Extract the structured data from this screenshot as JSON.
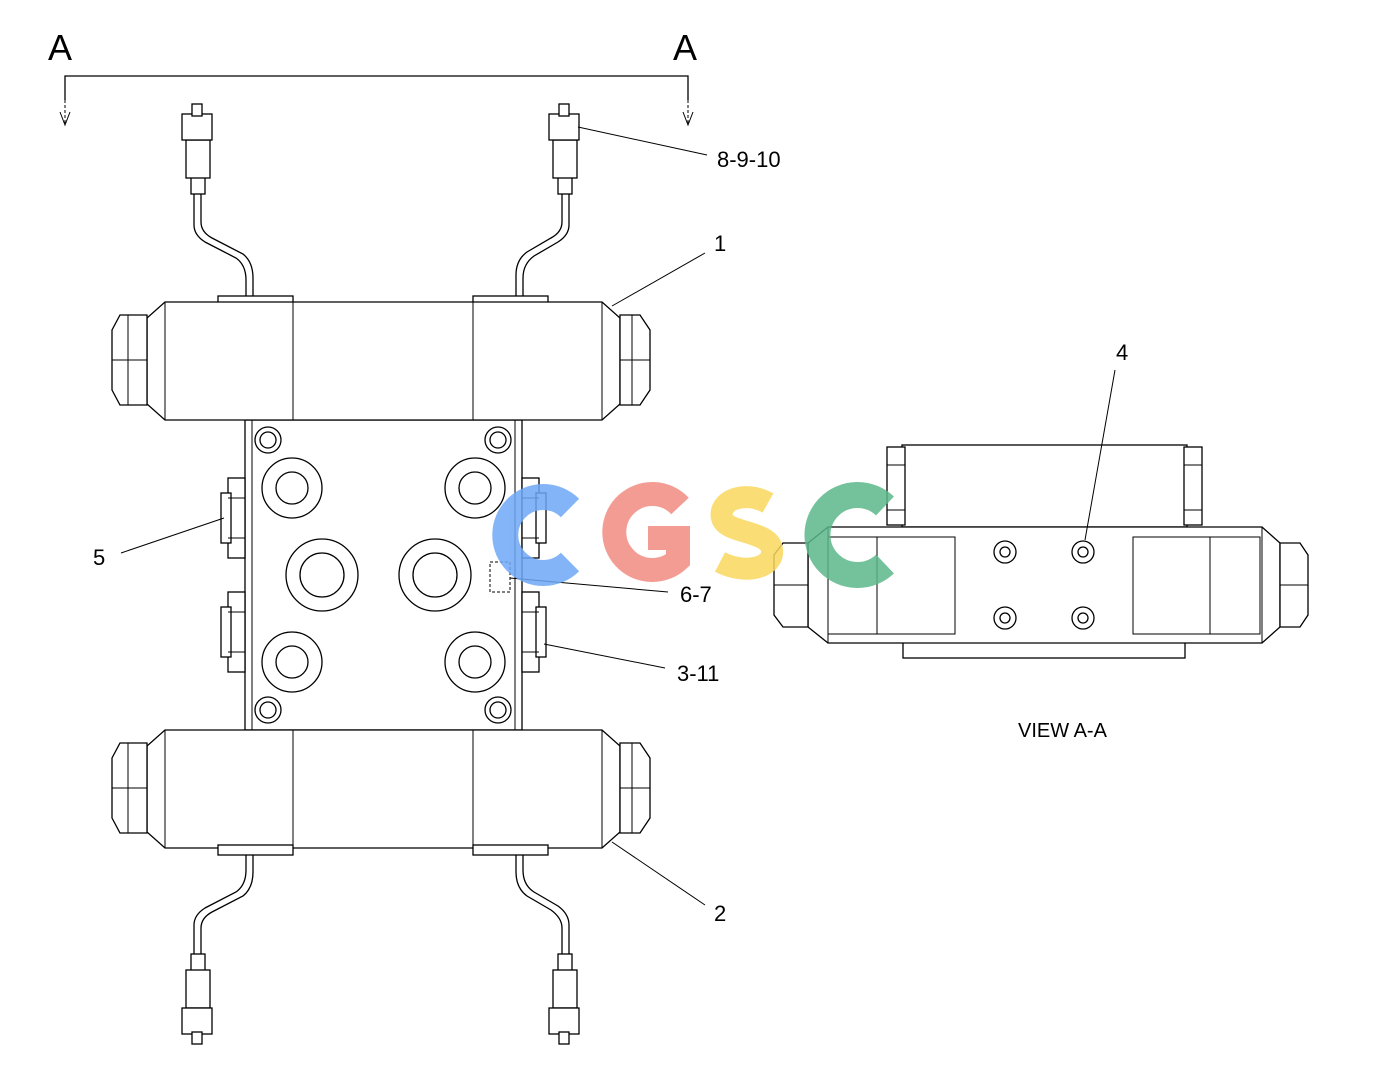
{
  "diagram": {
    "section_letters": [
      "A",
      "A"
    ],
    "callouts": {
      "c1": "1",
      "c2": "2",
      "c3_11": "3-11",
      "c4": "4",
      "c5": "5",
      "c6_7": "6-7",
      "c8_9_10": "8-9-10"
    },
    "view_label": "VIEW A-A"
  },
  "watermark": {
    "text": "CGSC",
    "colors": [
      "#6ea8f7",
      "#f28b82",
      "#fbd85d",
      "#5cb88a"
    ]
  }
}
